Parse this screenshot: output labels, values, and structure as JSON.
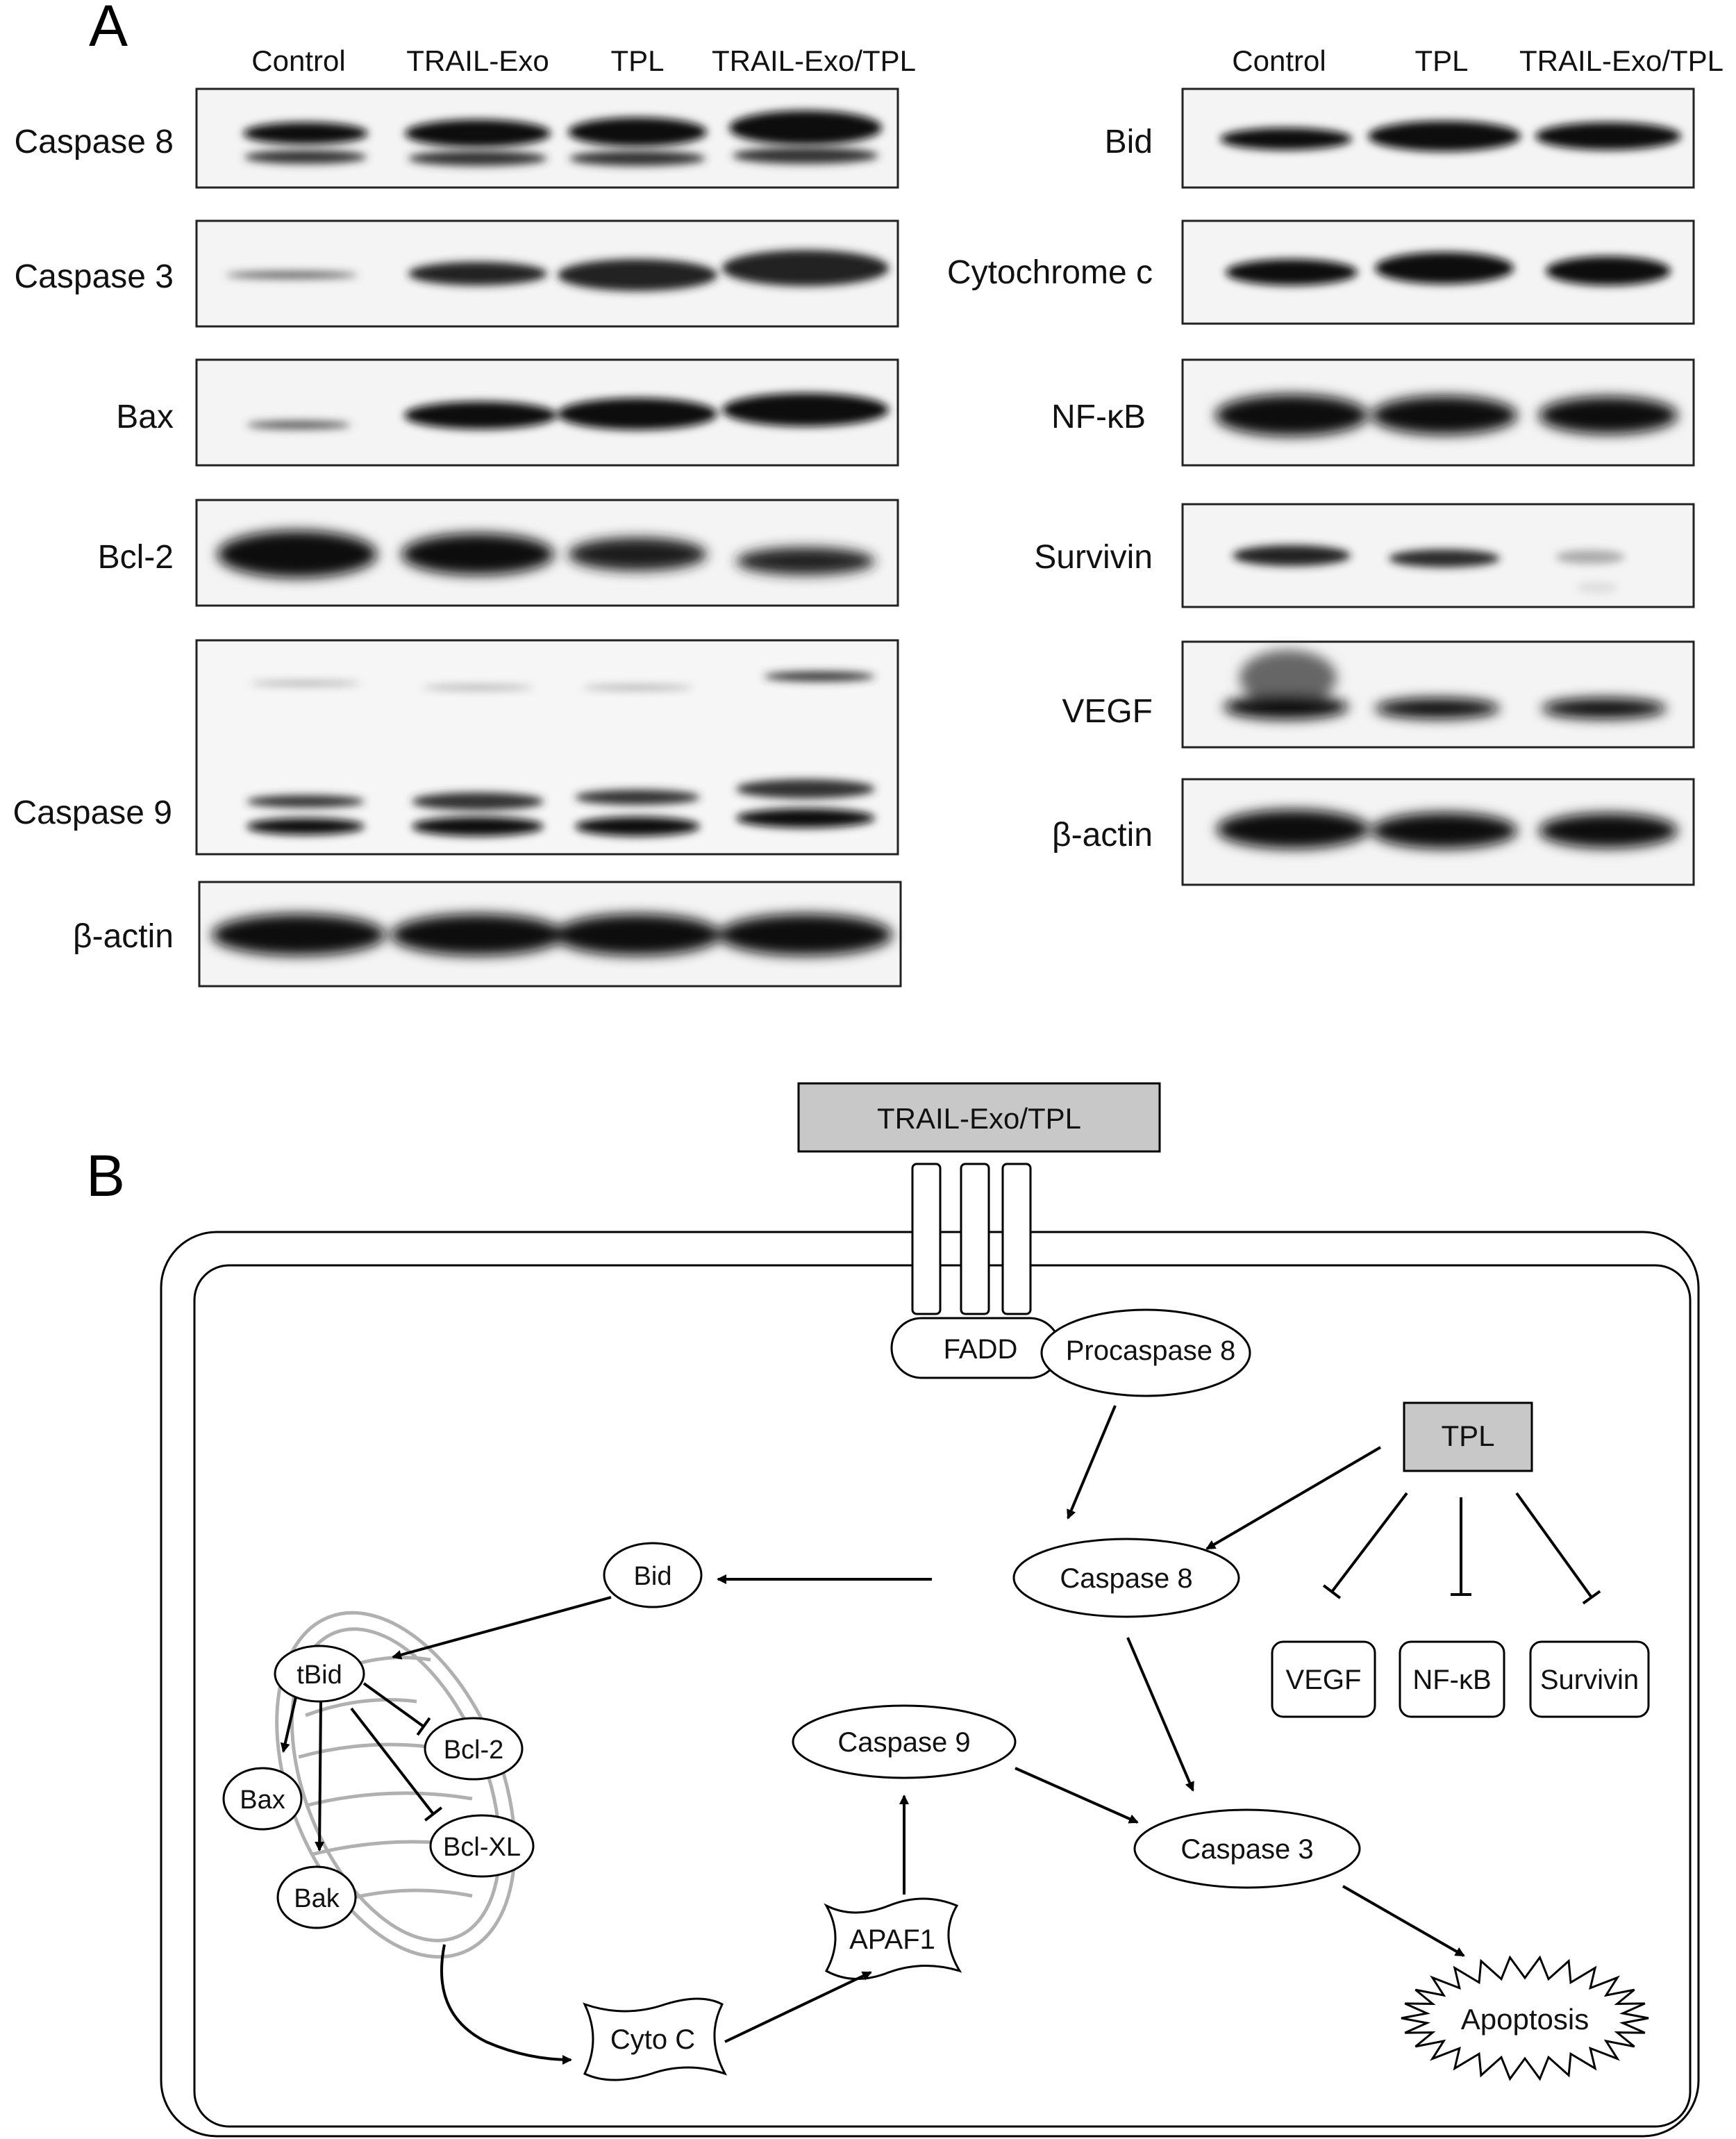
{
  "panel_a": {
    "letter": "A",
    "left": {
      "lanes": [
        "Control",
        "TRAIL-Exo",
        "TPL",
        "TRAIL-Exo/TPL"
      ],
      "blots": [
        {
          "label": "Caspase 8"
        },
        {
          "label": "Caspase 3"
        },
        {
          "label": "Bax"
        },
        {
          "label": "Bcl-2"
        },
        {
          "label": "Caspase 9"
        },
        {
          "label": "β-actin"
        }
      ]
    },
    "right": {
      "lanes": [
        "Control",
        "TPL",
        "TRAIL-Exo/TPL"
      ],
      "blots": [
        {
          "label": "Bid"
        },
        {
          "label": "Cytochrome c"
        },
        {
          "label": "NF-κB"
        },
        {
          "label": "Survivin"
        },
        {
          "label": "VEGF"
        },
        {
          "label": "β-actin"
        }
      ]
    }
  },
  "panel_b": {
    "letter": "B",
    "nodes": {
      "trail": "TRAIL-Exo/TPL",
      "fadd": "FADD",
      "procaspase8": "Procaspase 8",
      "tpl": "TPL",
      "caspase8": "Caspase 8",
      "bid": "Bid",
      "tbid": "tBid",
      "bcl2": "Bcl-2",
      "bax": "Bax",
      "bclxl": "Bcl-XL",
      "bak": "Bak",
      "caspase9": "Caspase 9",
      "caspase3": "Caspase 3",
      "apaf1": "APAF1",
      "cytoc": "Cyto C",
      "vegf": "VEGF",
      "nfkb": "NF-κB",
      "survivin": "Survivin",
      "apoptosis": "Apoptosis"
    },
    "colors": {
      "receptor_box": "#c8c8c8",
      "tpl_box": "#c8c8c8",
      "mito": "#b0b0b0"
    }
  }
}
